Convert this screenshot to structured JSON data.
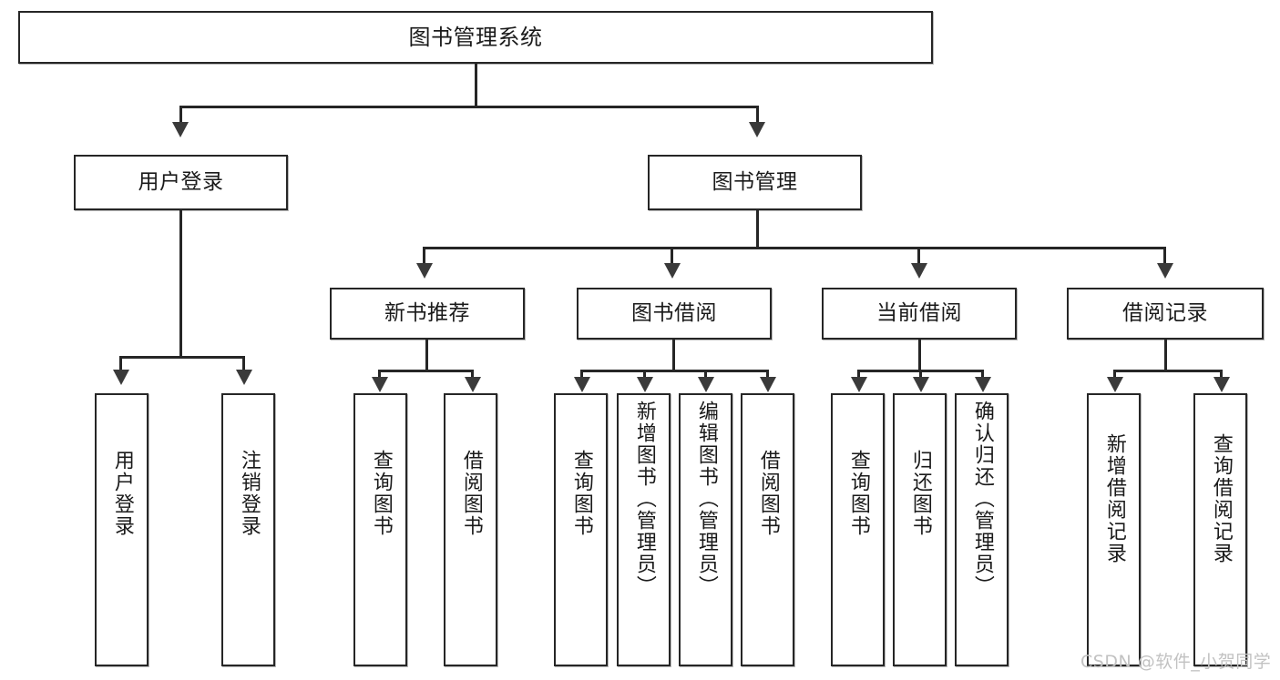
{
  "diagram": {
    "type": "tree",
    "title": "图书管理系统",
    "root": {
      "label": "图书管理系统"
    },
    "level2": [
      {
        "label": "用户登录"
      },
      {
        "label": "图书管理"
      }
    ],
    "level3": [
      {
        "label": "新书推荐"
      },
      {
        "label": "图书借阅"
      },
      {
        "label": "当前借阅"
      },
      {
        "label": "借阅记录"
      }
    ],
    "leaves": {
      "user_login": [
        {
          "label": "用户登录"
        },
        {
          "label": "注销登录"
        }
      ],
      "new_book_recommend": [
        {
          "label": "查询图书"
        },
        {
          "label": "借阅图书"
        }
      ],
      "book_borrow": [
        {
          "label": "查询图书"
        },
        {
          "label": "新增图书（管理员）"
        },
        {
          "label": "编辑图书（管理员）"
        },
        {
          "label": "借阅图书"
        }
      ],
      "current_borrow": [
        {
          "label": "查询图书"
        },
        {
          "label": "归还图书"
        },
        {
          "label": "确认归还（管理员）"
        }
      ],
      "borrow_record": [
        {
          "label": "新增借阅记录"
        },
        {
          "label": "查询借阅记录"
        }
      ]
    }
  },
  "watermark": {
    "text": "CSDN @软件_小贺同学"
  },
  "colors": {
    "stroke": "#262626",
    "background": "#ffffff",
    "text": "#1a1a1a",
    "watermark": "#c2c2c2"
  }
}
